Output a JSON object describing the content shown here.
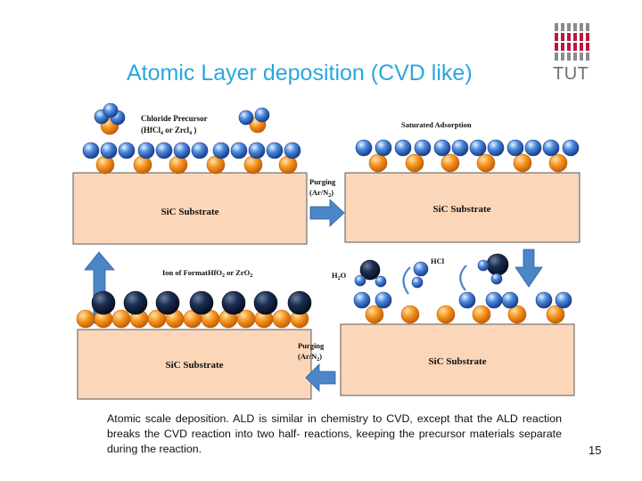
{
  "slide": {
    "title": "Atomic Layer deposition (CVD like)",
    "caption": "Atomic scale deposition. ALD is similar in chemistry to CVD, except that the ALD reaction breaks the CVD reaction into two half- reactions, keeping the precursor materials separate during the reaction.",
    "page_number": "15"
  },
  "logo": {
    "text": "TUT",
    "bar_colors": [
      "#8b8b8b",
      "#b5193f"
    ]
  },
  "diagram": {
    "panel_top_left": {
      "substrate_label": "SiC Substrate",
      "precursor_label_line1": "Chloride Precursor",
      "precursor_label_line2": "(HfCl",
      "precursor_label_sub1": "4",
      "precursor_label_mid": " or Zrcl",
      "precursor_label_sub2": "4",
      "precursor_label_end": " )"
    },
    "panel_top_right": {
      "substrate_label": "SiC Substrate",
      "heading": "Saturated Adsorption"
    },
    "panel_bottom_left": {
      "substrate_label": "SiC Substrate",
      "heading": "Ion of FormatHfO",
      "heading_sub": "2",
      "heading_mid": " or ZrO",
      "heading_sub2": "2"
    },
    "panel_bottom_right": {
      "substrate_label": "SiC Substrate",
      "h2o_label": "H",
      "h2o_sub": "2",
      "h2o_end": "O",
      "hcl_label": "HCl"
    },
    "purge_top": {
      "line1": "Purging",
      "line2": "(Ar/N",
      "sub": "2",
      "end": ")"
    },
    "purge_bottom": {
      "line1": "Purging",
      "line2": "(Ar/N",
      "sub": "2",
      "end": ")"
    },
    "colors": {
      "substrate": "#fbd6b9",
      "substrate_border": "#5a5a5a",
      "orange_atom": "#f7941d",
      "blue_atom": "#2f6fcf",
      "dark_atom": "#132847",
      "arrow": "#4a86c8"
    }
  }
}
